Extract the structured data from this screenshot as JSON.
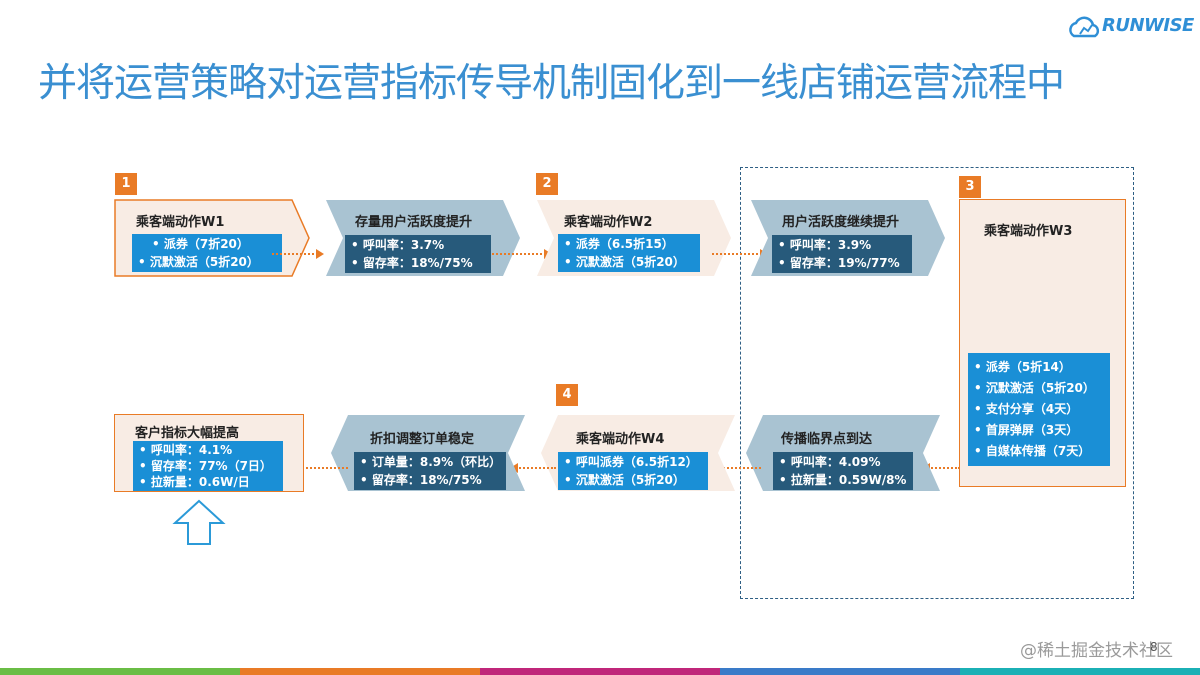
{
  "header": {
    "title": "并将运营策略对运营指标传导机制固化到一线店铺运营流程中",
    "logo_text": "RUNWISE"
  },
  "steps": {
    "s1": "1",
    "s2": "2",
    "s3": "3",
    "s4": "4"
  },
  "row1": {
    "box1": {
      "title": "乘客端动作W1",
      "lines": [
        "• 派券（7折20）",
        "• 沉默激活（5折20）"
      ]
    },
    "box2": {
      "title": "存量用户活跃度提升",
      "lines": [
        "• 呼叫率：3.7%",
        "• 留存率：18%/75%"
      ]
    },
    "box3": {
      "title": "乘客端动作W2",
      "lines": [
        "• 派券（6.5折15）",
        "• 沉默激活（5折20）"
      ]
    },
    "box4": {
      "title": "用户活跃度继续提升",
      "lines": [
        "• 呼叫率：3.9%",
        "• 留存率：19%/77%"
      ]
    },
    "box5": {
      "title": "乘客端动作W3",
      "lines": [
        "• 派券（5折14）",
        "• 沉默激活（5折20）",
        "• 支付分享（4天）",
        "• 首屏弹屏（3天）",
        "• 自媒体传播（7天）"
      ]
    }
  },
  "row2": {
    "box6": {
      "title": "传播临界点到达",
      "lines": [
        "• 呼叫率：4.09%",
        "• 拉新量：0.59W/8%"
      ]
    },
    "box7": {
      "title": "乘客端动作W4",
      "lines": [
        "• 呼叫派券（6.5折12）",
        "• 沉默激活（5折20）"
      ]
    },
    "box8": {
      "title": "折扣调整订单稳定",
      "lines": [
        "• 订单量：8.9%（环比）",
        "• 留存率：18%/75%"
      ]
    },
    "box9": {
      "title": "客户指标大幅提高",
      "lines": [
        "• 呼叫率：4.1%",
        "• 留存率：77%（7日）",
        "• 拉新量：0.6W/日"
      ]
    }
  },
  "footer": {
    "watermark": "@稀土掘金技术社区",
    "page_number": "8"
  },
  "colors": {
    "title_blue": "#3a8fd1",
    "orange": "#e97b26",
    "info_blue": "#1a8fd6",
    "info_dark": "#275a7b",
    "chevron_fill": "#a9c3d2",
    "action_fill": "#f8ece4"
  }
}
